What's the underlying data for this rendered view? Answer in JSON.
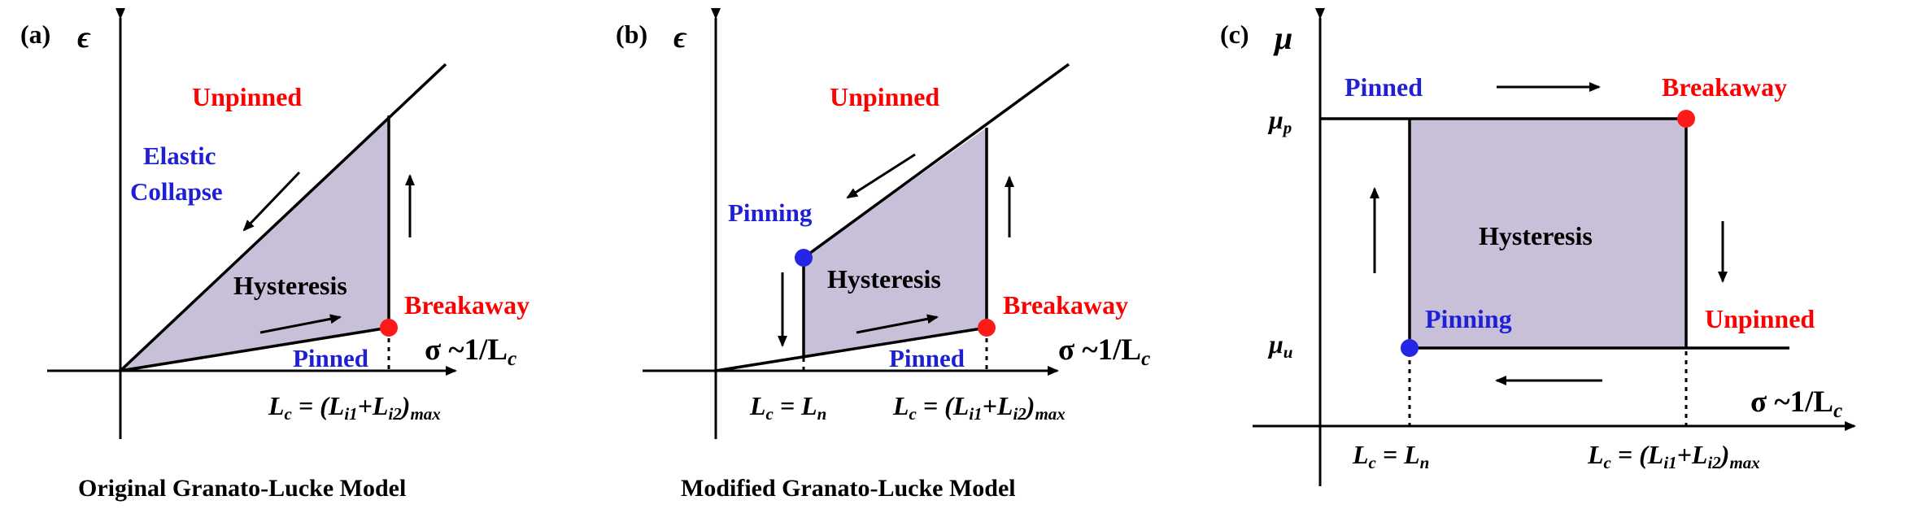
{
  "colors": {
    "hysteresis_fill": "#c8bfd9",
    "red_state": "#ff0000",
    "blue_state": "#1f1fd6",
    "red_dot": "#ff1a1a",
    "blue_dot": "#2525e6",
    "ink": "#000000"
  },
  "panel_a": {
    "letter": "(a)",
    "y_axis": "ϵ",
    "unpinned": "Unpinned",
    "elastic": "Elastic",
    "collapse": "Collapse",
    "hysteresis": "Hysteresis",
    "breakaway": "Breakaway",
    "pinned": "Pinned",
    "x_axis_label": "σ ~1/L",
    "x_axis_sub": "c",
    "lc_label": "Lc = (Li1+Li2)max",
    "caption": "Original Granato-Lucke Model"
  },
  "panel_b": {
    "letter": "(b)",
    "y_axis": "ϵ",
    "unpinned": "Unpinned",
    "pinning": "Pinning",
    "hysteresis": "Hysteresis",
    "breakaway": "Breakaway",
    "pinned": "Pinned",
    "x_axis_label": "σ ~1/L",
    "x_axis_sub": "c",
    "ln_label": "Lc = Ln",
    "lc_label": "Lc = (Li1+Li2)max",
    "caption": "Modified Granato-Lucke Model"
  },
  "panel_c": {
    "letter": "(c)",
    "y_axis": "μ",
    "pinned": "Pinned",
    "breakaway": "Breakaway",
    "hysteresis": "Hysteresis",
    "pinning": "Pinning",
    "unpinned": "Unpinned",
    "mu_p": "μp",
    "mu_u": "μu",
    "x_axis_label": "σ ~1/L",
    "x_axis_sub": "c",
    "ln_label": "Lc = Ln",
    "lc_label": "Lc = (Li1+Li2)max"
  }
}
